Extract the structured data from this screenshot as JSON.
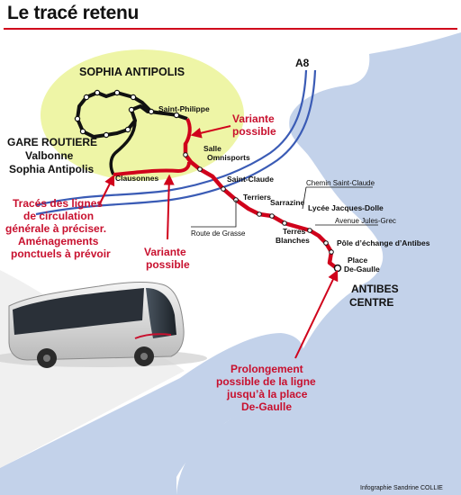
{
  "header": {
    "title": "Le tracé retenu"
  },
  "areas": {
    "sophia": "SOPHIA ANTIPOLIS",
    "antibes_line1": "ANTIBES",
    "antibes_line2": "CENTRE"
  },
  "roads": {
    "a8": "A8"
  },
  "stops": {
    "saint_philippe": "Saint-Philippe",
    "salle_omnisports_line1": "Salle",
    "salle_omnisports_line2": "Omnisports",
    "clausonnes": "Clausonnes",
    "saint_claude": "Saint-Claude",
    "terriers": "Terriers",
    "sarrazine": "Sarrazine",
    "terres_blanches_line1": "Terres",
    "terres_blanches_line2": "Blanches",
    "lycee": "Lycée Jacques-Dolle",
    "pole": "Pôle d’échange d’Antibes",
    "de_gaulle_line1": "Place",
    "de_gaulle_line2": "De-Gaulle"
  },
  "streets": {
    "chemin_saint_claude": "Chemin Saint-Claude",
    "avenue_jules_grec": "Avenue Jules-Grec",
    "route_de_grasse": "Route de Grasse"
  },
  "gare_routiere": {
    "line1": "GARE ROUTIERE",
    "line2": "Valbonne",
    "line3": "Sophia Antipolis"
  },
  "callouts": {
    "variante_top_line1": "Variante",
    "variante_top_line2": "possible",
    "traces_line1": "Tracés des lignes",
    "traces_line2": "de circulation",
    "traces_line3": "générale à préciser.",
    "traces_line4": "Aménagements",
    "traces_line5": "ponctuels à prévoir",
    "variante_bottom_line1": "Variante",
    "variante_bottom_line2": "possible",
    "prolongement_line1": "Prolongement",
    "prolongement_line2": "possible de la ligne",
    "prolongement_line3": "jusqu’à la place",
    "prolongement_line4": "De-Gaulle"
  },
  "credit": "Infographie Sandrine COLLIE",
  "colors": {
    "route_red": "#d0021b",
    "road_blue": "#3a5bb5",
    "sea_blue": "#bfcfe8",
    "sophia_zone": "#eef5a6"
  }
}
